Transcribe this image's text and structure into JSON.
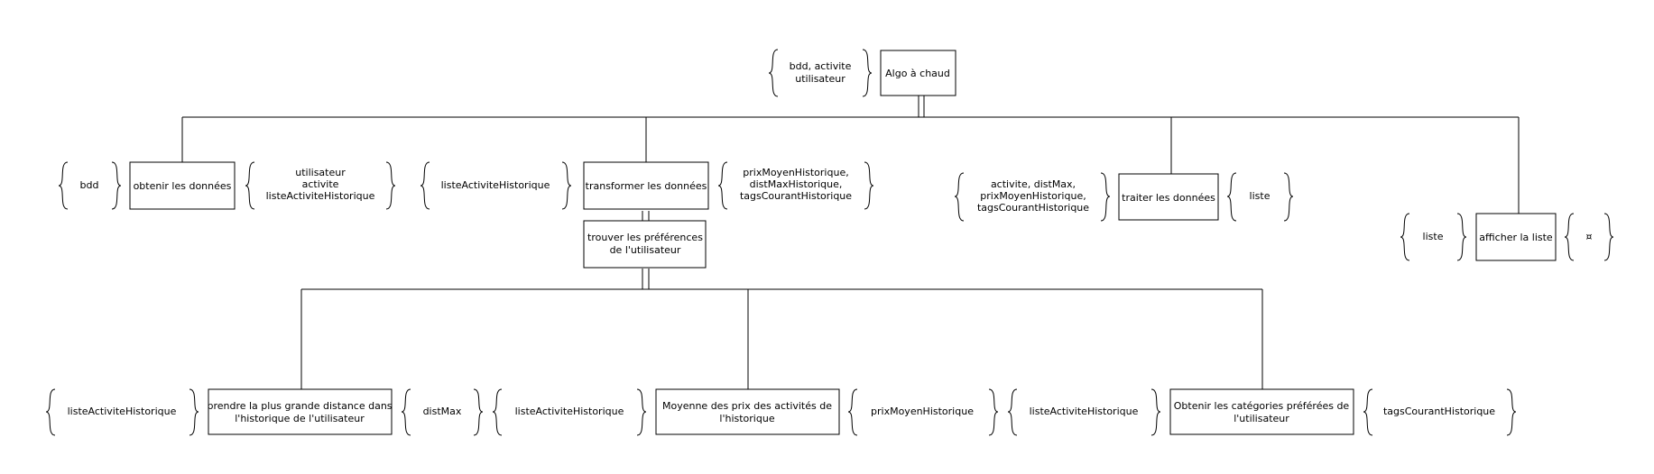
{
  "diagram": {
    "root": {
      "label": [
        "Algo à chaud"
      ],
      "input": [
        "bdd, activite",
        "utilisateur"
      ]
    },
    "steps": {
      "obtenir": {
        "label": [
          "obtenir les données"
        ],
        "input": [
          "bdd"
        ],
        "output": [
          "utilisateur",
          "activite",
          "listeActiviteHistorique"
        ]
      },
      "transformer": {
        "label": [
          "transformer les données"
        ],
        "input": [
          "listeActiviteHistorique"
        ],
        "output": [
          "prixMoyenHistorique,",
          "distMaxHistorique,",
          "tagsCourantHistorique"
        ]
      },
      "trouver": {
        "label": [
          "trouver les préférences",
          "de l'utilisateur"
        ]
      },
      "traiter": {
        "label": [
          "traiter les données"
        ],
        "input": [
          "activite, distMax,",
          "prixMoyenHistorique,",
          "tagsCourantHistorique"
        ],
        "output": [
          "liste"
        ]
      },
      "afficher": {
        "label": [
          "afficher la liste"
        ],
        "input": [
          "liste"
        ],
        "output": [
          "¤"
        ]
      },
      "distance": {
        "label": [
          "prendre la plus grande distance dans",
          "l'historique de l'utilisateur"
        ],
        "input": [
          "listeActiviteHistorique"
        ],
        "output": [
          "distMax"
        ]
      },
      "moyenne": {
        "label": [
          "Moyenne des prix des activités de",
          "l'historique"
        ],
        "input": [
          "listeActiviteHistorique"
        ],
        "output": [
          "prixMoyenHistorique"
        ]
      },
      "categories": {
        "label": [
          "Obtenir les catégories préférées de",
          "l'utilisateur"
        ],
        "input": [
          "listeActiviteHistorique"
        ],
        "output": [
          "tagsCourantHistorique"
        ]
      }
    }
  }
}
